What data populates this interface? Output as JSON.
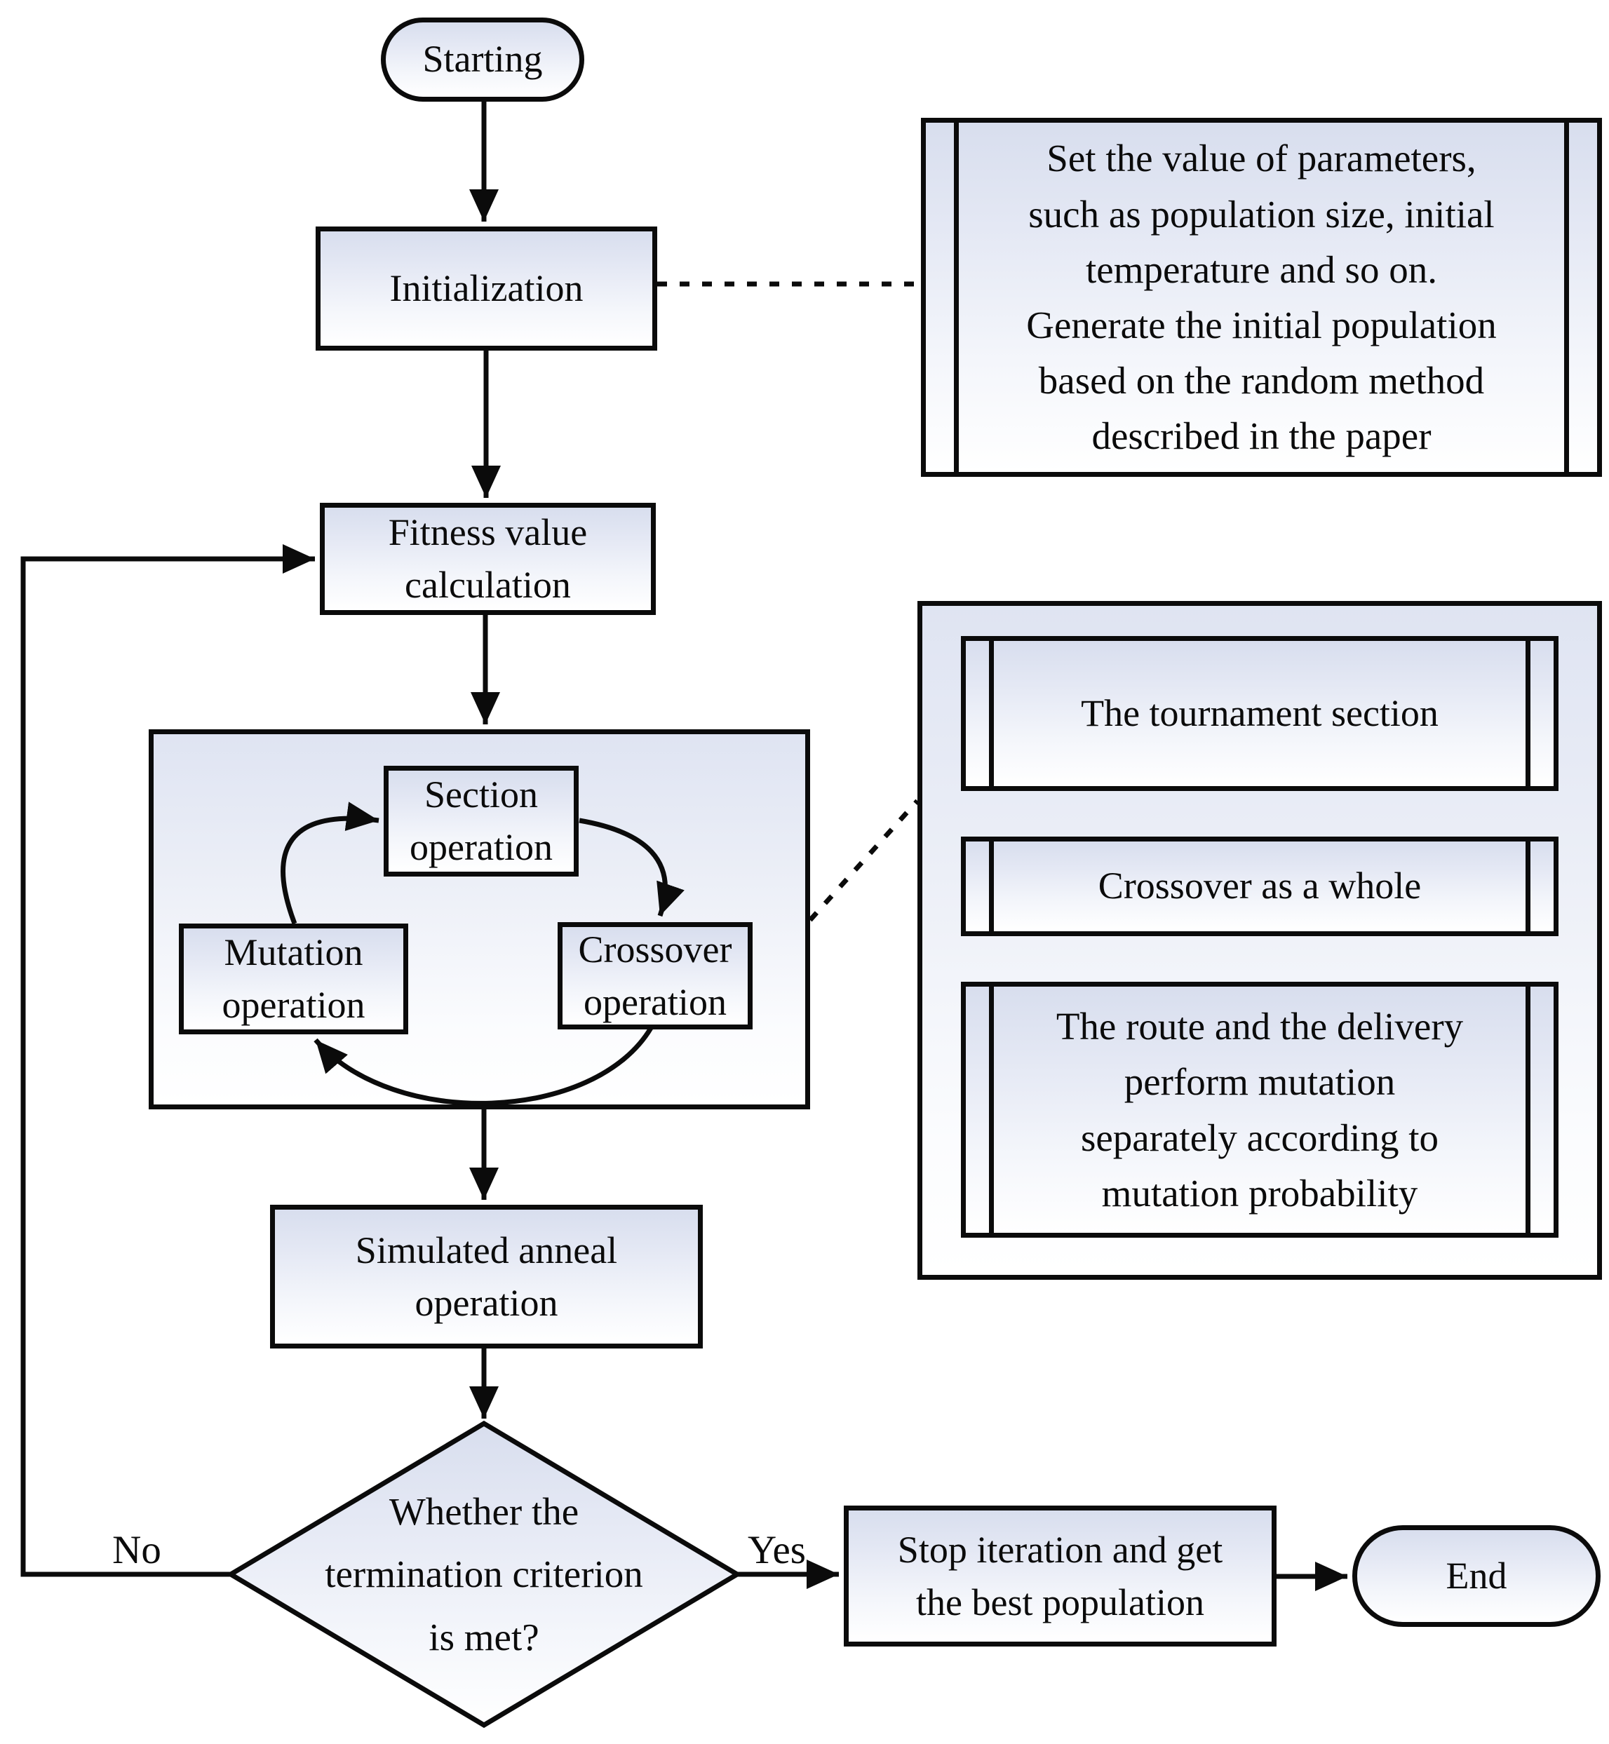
{
  "flowchart": {
    "nodes": {
      "start": {
        "label": "Starting"
      },
      "init": {
        "label": "Initialization"
      },
      "param_note": {
        "label": "Set the value of parameters,\nsuch as population size, initial\ntemperature and so on.\nGenerate the initial population\nbased on the random method\ndescribed in the paper"
      },
      "fitness": {
        "label": "Fitness value\ncalculation"
      },
      "section": {
        "label": "Section\noperation"
      },
      "crossover": {
        "label": "Crossover\noperation"
      },
      "mutation": {
        "label": "Mutation\noperation"
      },
      "tournament_note": {
        "label": "The tournament section"
      },
      "crossover_note": {
        "label": "Crossover as a whole"
      },
      "mutation_note": {
        "label": "The route and the delivery\nperform mutation\nseparately according to\nmutation probability"
      },
      "sim_anneal": {
        "label": "Simulated anneal\noperation"
      },
      "decision": {
        "label": "Whether the\ntermination criterion\nis met?"
      },
      "stop": {
        "label": "Stop iteration and get\nthe best population"
      },
      "end": {
        "label": "End"
      }
    },
    "edge_labels": {
      "no": "No",
      "yes": "Yes"
    },
    "colors": {
      "stroke": "#0b0b0b",
      "fill_top": "#d8deee",
      "fill_bottom": "#ffffff"
    }
  }
}
